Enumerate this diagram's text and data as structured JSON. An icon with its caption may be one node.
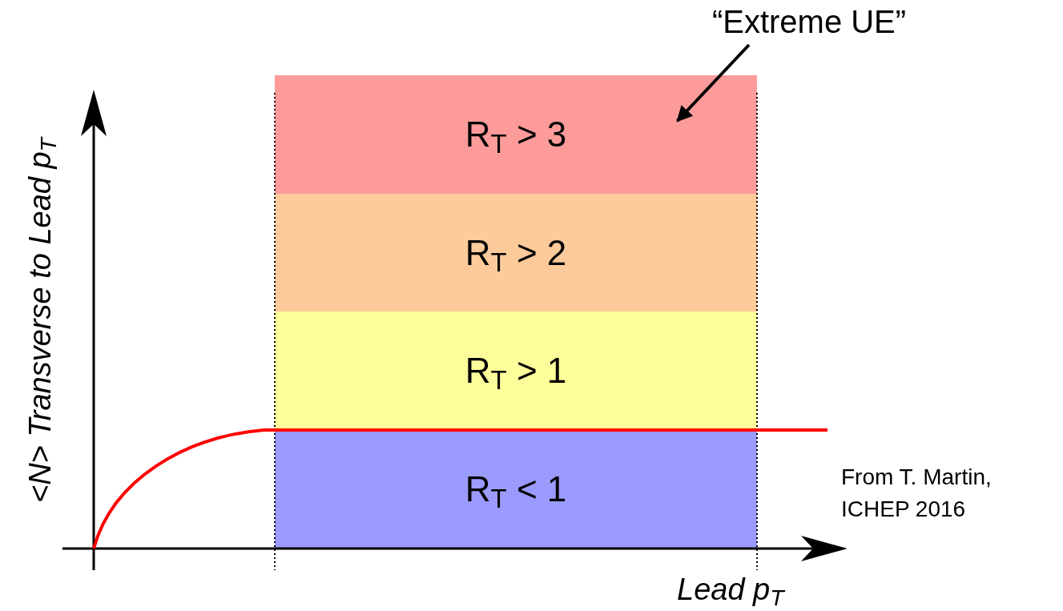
{
  "diagram": {
    "nodes": [
      {
        "text": [
          "R$_{T}$ > 3"
        ]
      },
      {
        "text": [
          "R$_{T}$ > 2"
        ]
      },
      {
        "text": [
          "R$_{T}$ > 1"
        ]
      },
      {
        "text": [
          "R$_{T}$ < 1"
        ]
      },
      {
        "text": [
          "“Extreme UE”"
        ]
      }
    ],
    "edges": [
      {
        "from": 4,
        "to": 0,
        "arrow": "to"
      }
    ],
    "labels": [
      "<N> Transverse to Lead p$_{T}$",
      "Lead p$_{T}$",
      "From T. Martin, ICHEP 2016"
    ]
  }
}
